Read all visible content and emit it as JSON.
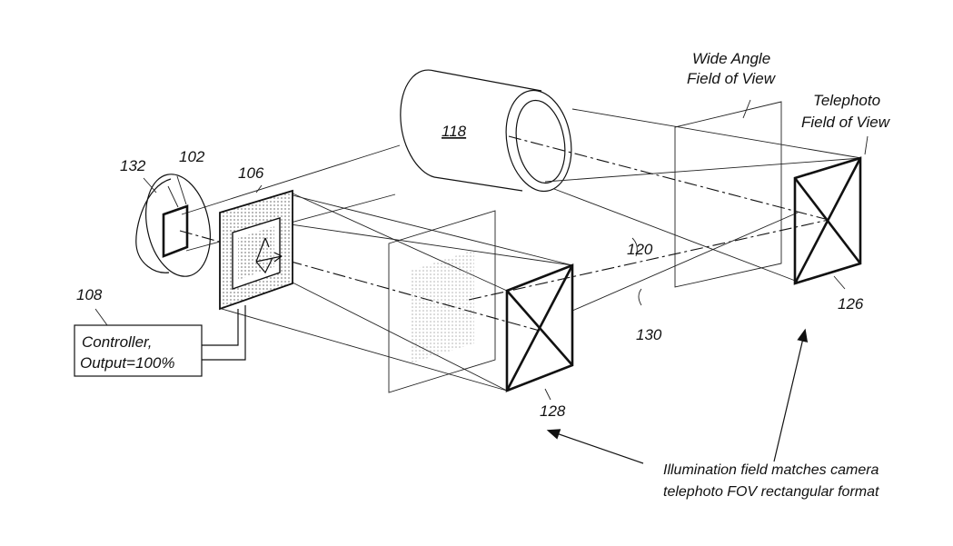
{
  "labels": {
    "lens": "118",
    "cam_body": "102",
    "sensor": "132",
    "projector": "106",
    "controller_ref": "108",
    "beam_axis": "120",
    "illum_axis": "130",
    "tele_frame": "126",
    "illum_frame": "128"
  },
  "wide_angle": {
    "line1": "Wide Angle",
    "line2": "Field of View"
  },
  "telephoto": {
    "line1": "Telephoto",
    "line2": "Field of View"
  },
  "controller": {
    "line1": "Controller,",
    "line2": "Output=100%"
  },
  "caption": {
    "line1": "Illumination field matches camera",
    "line2": "telephoto FOV rectangular format"
  },
  "colors": {
    "ink": "#111111",
    "screen_dot": "#9a9a9a",
    "paper": "#ffffff"
  }
}
